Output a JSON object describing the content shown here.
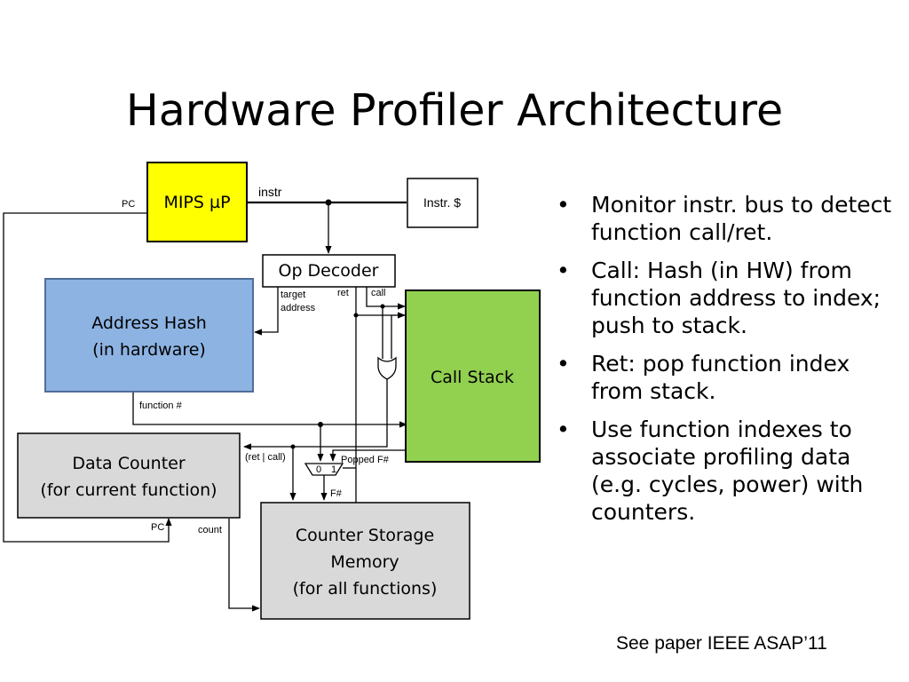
{
  "title": "Hardware Profiler Architecture",
  "diagram": {
    "mips": "MIPS µP",
    "instr_cache": "Instr. $",
    "op_decoder": "Op Decoder",
    "address_hash": [
      "Address Hash",
      "(in hardware)"
    ],
    "call_stack": "Call Stack",
    "data_counter": [
      "Data Counter",
      "(for current function)"
    ],
    "counter_storage": [
      "Counter Storage",
      "Memory",
      "(for all functions)"
    ],
    "signals": {
      "pc_top": "PC",
      "instr": "instr",
      "target_address": [
        "target",
        "address"
      ],
      "ret": "ret",
      "call": "call",
      "function_num": "function #",
      "ret_or_call": "(ret | call)",
      "popped_f": "Popped F#",
      "mux_0": "0",
      "mux_1": "1",
      "f_num": "F#",
      "pc_bottom": "PC",
      "count": "count"
    },
    "colors": {
      "mips": "#ffff00",
      "address_hash": "#8db3e2",
      "call_stack": "#92d050",
      "gray_box": "#d9d9d9"
    }
  },
  "bullets": [
    "Monitor instr. bus to detect function call/ret.",
    "Call: Hash (in HW) from function address to index; push to stack.",
    "Ret: pop function index from stack.",
    "Use function indexes to associate profiling data (e.g. cycles, power) with counters."
  ],
  "footnote": "See paper IEEE ASAP’11"
}
